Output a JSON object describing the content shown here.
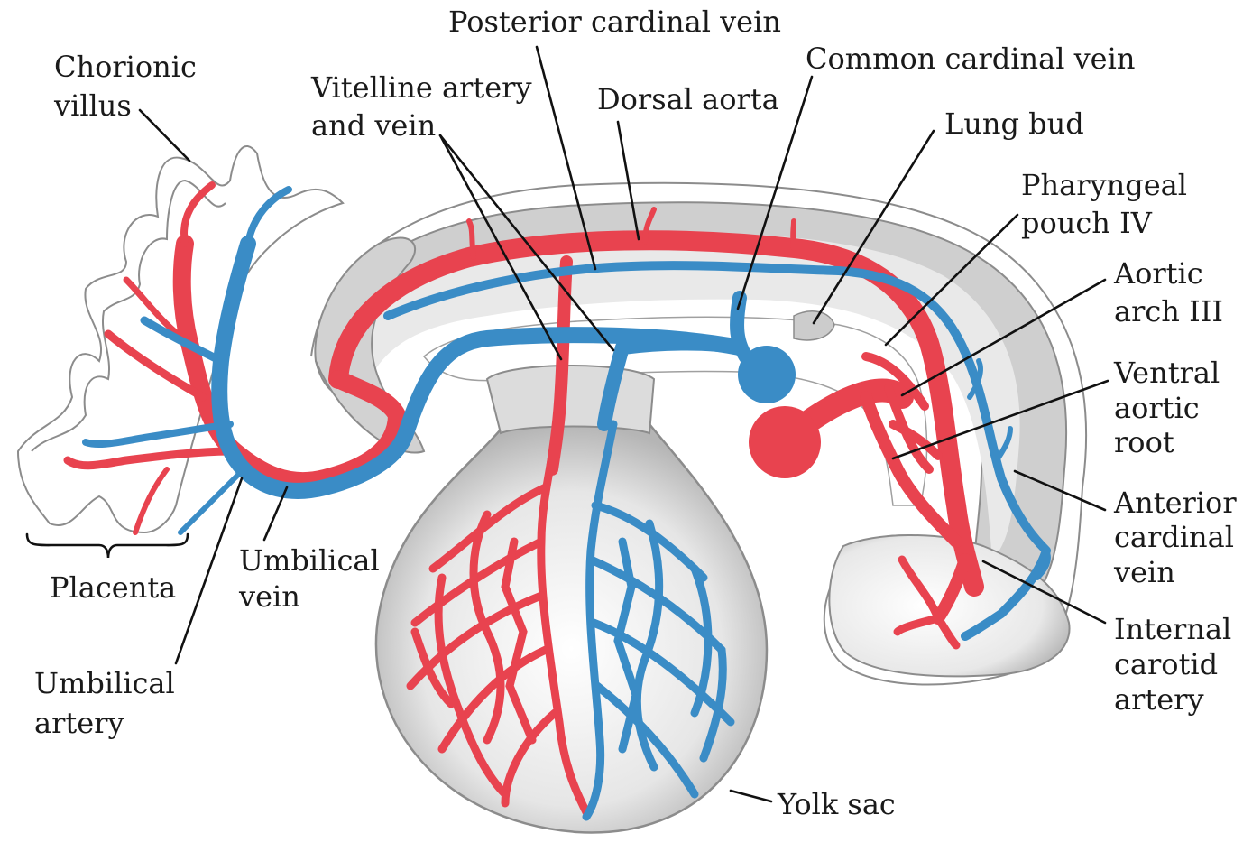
{
  "colors": {
    "artery": "#e8434f",
    "vein": "#3a8cc6",
    "tissue": "#c9c9c9",
    "tissue_light": "#ececec",
    "outline": "#8c8c8c",
    "label_text": "#1a1a1a"
  },
  "labels": {
    "chorionic_villus": [
      "Chorionic",
      "villus"
    ],
    "placenta": "Placenta",
    "umbilical_vein": [
      "Umbilical",
      "vein"
    ],
    "umbilical_artery": [
      "Umbilical",
      "artery"
    ],
    "vitelline": [
      "Vitelline artery",
      "and vein"
    ],
    "posterior_cardinal_vein": "Posterior cardinal vein",
    "dorsal_aorta": "Dorsal aorta",
    "common_cardinal_vein": "Common cardinal vein",
    "lung_bud": "Lung bud",
    "pharyngeal_pouch": [
      "Pharyngeal",
      "pouch IV"
    ],
    "aortic_arch": [
      "Aortic",
      "arch III"
    ],
    "ventral_aortic_root": [
      "Ventral",
      "aortic",
      "root"
    ],
    "anterior_cardinal_vein": [
      "Anterior",
      "cardinal",
      "vein"
    ],
    "internal_carotid_artery": [
      "Internal",
      "carotid",
      "artery"
    ],
    "yolk_sac": "Yolk sac"
  }
}
